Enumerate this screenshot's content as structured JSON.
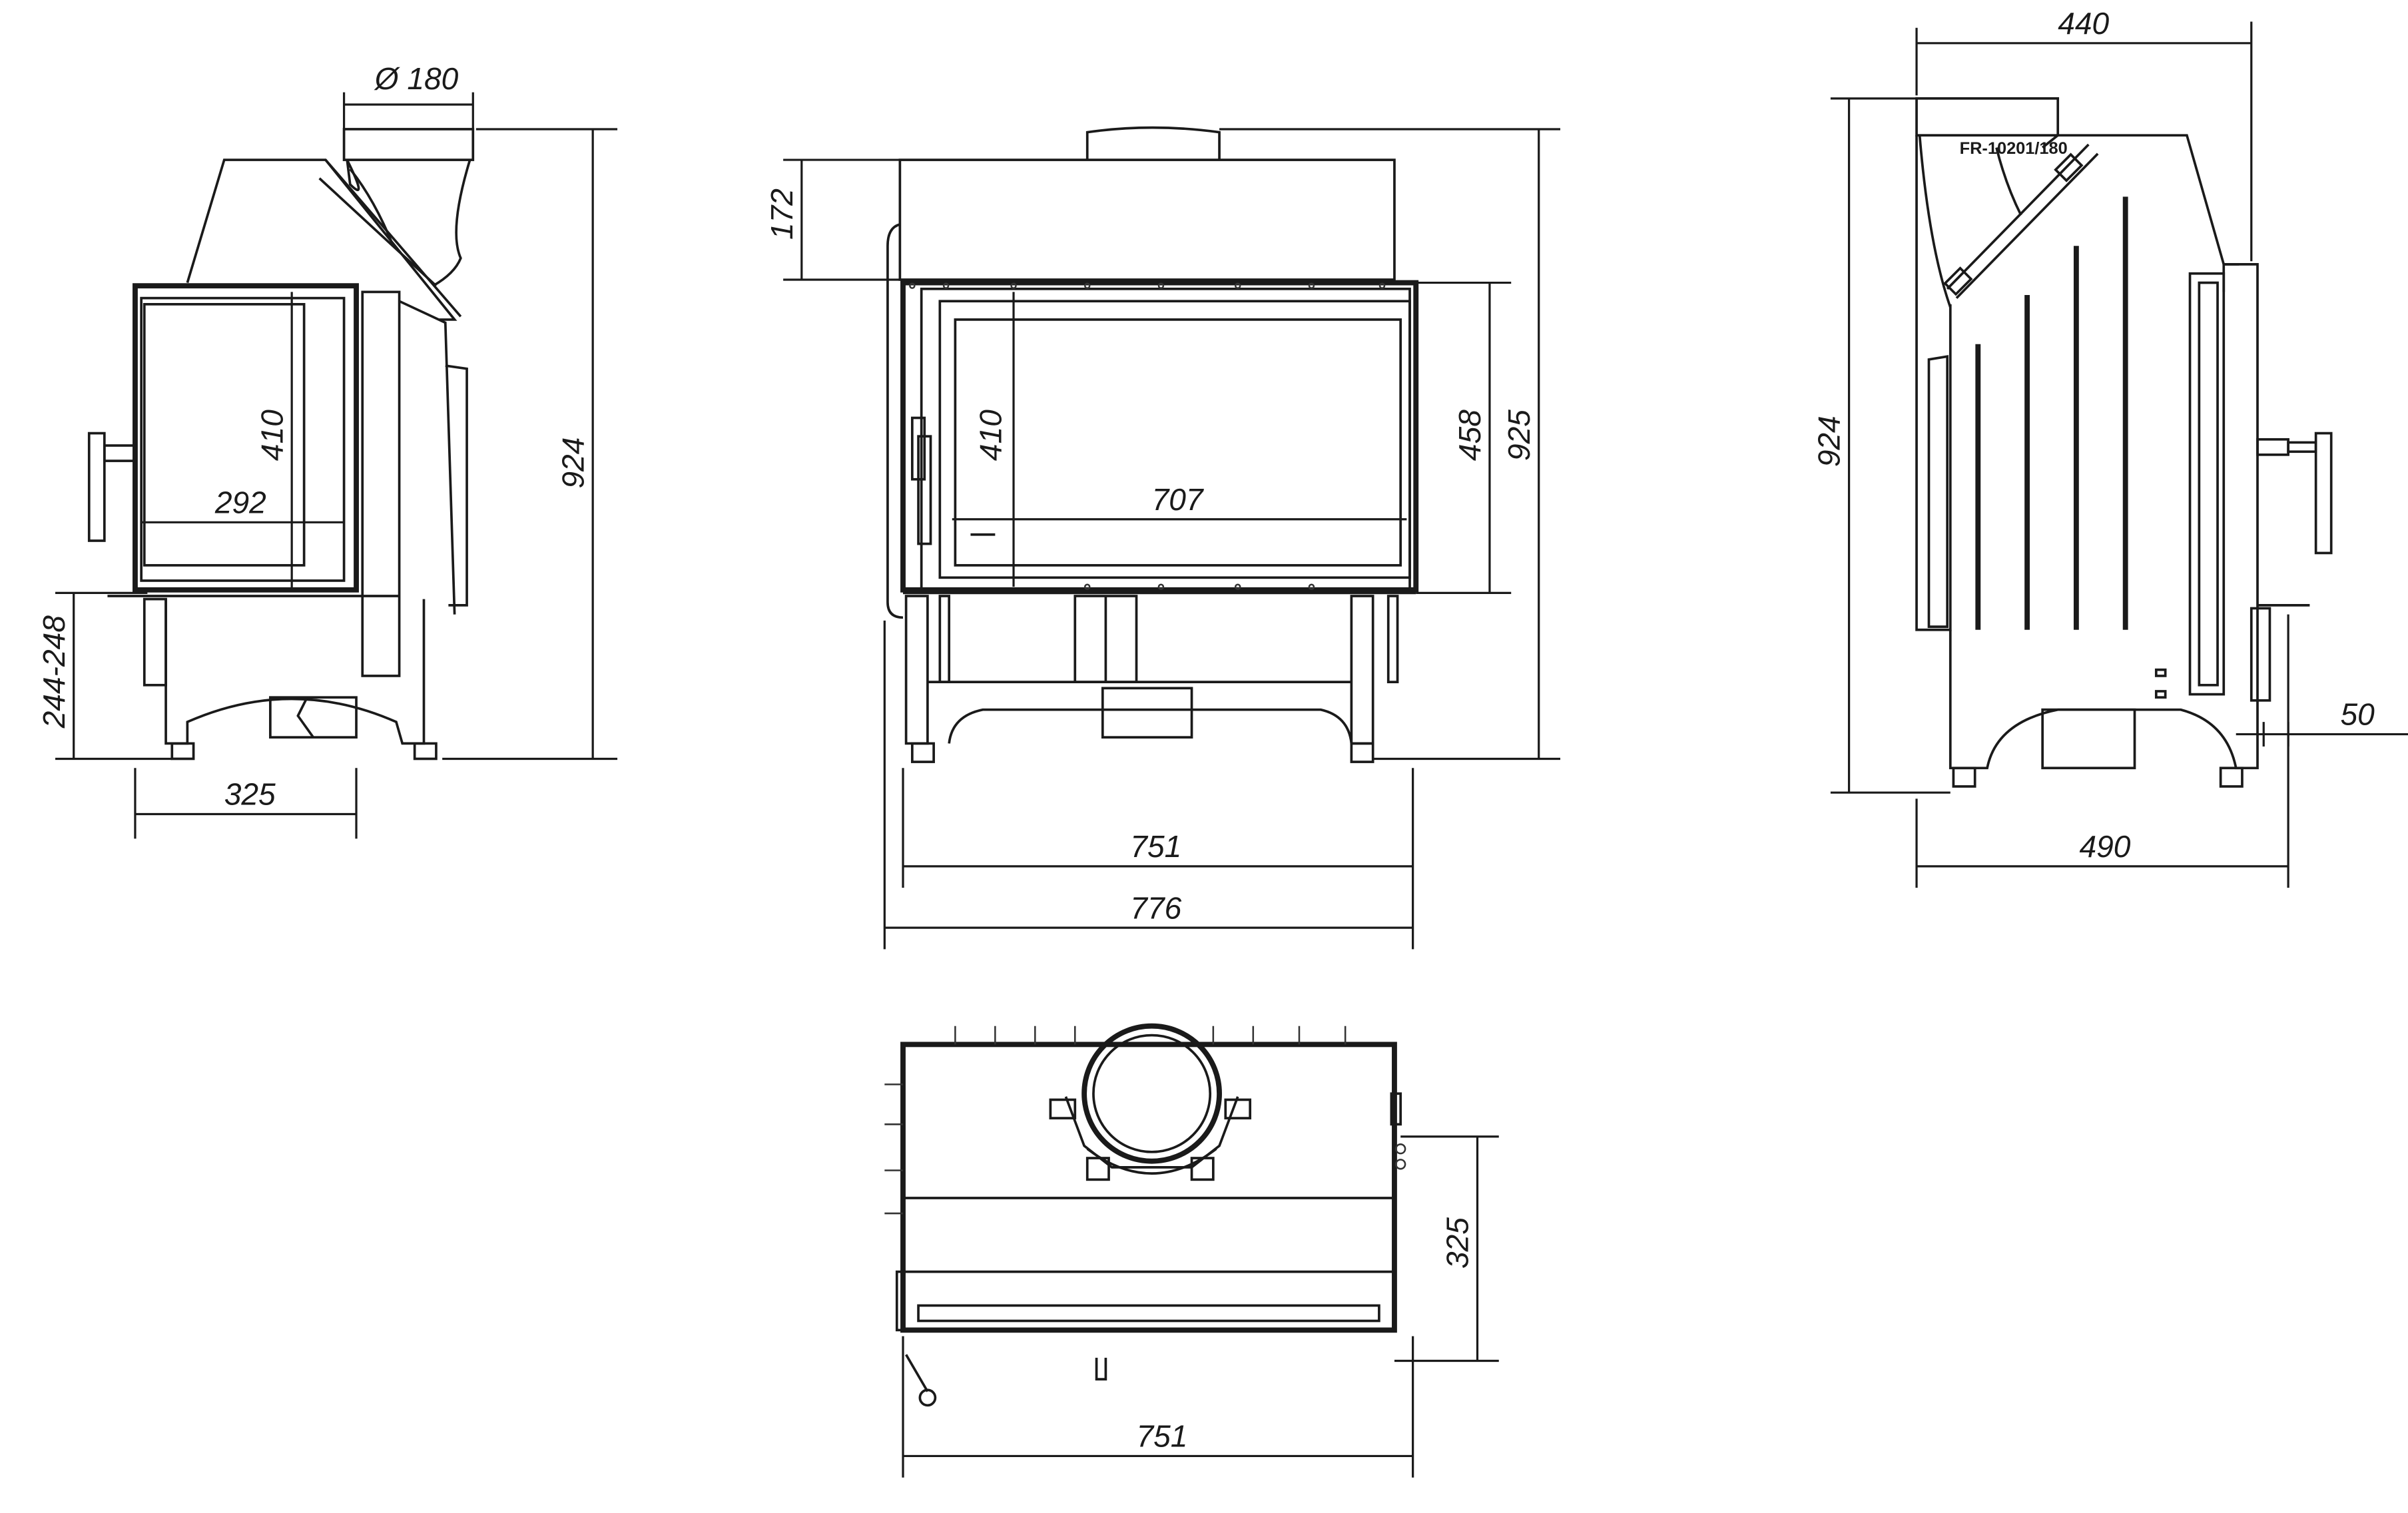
{
  "drawing": {
    "side_view_left": {
      "flue_diameter": "Ø 180",
      "height": "924",
      "glass_height": "410",
      "glass_width": "292",
      "base_height": "244-248",
      "depth": "325"
    },
    "front_view": {
      "top_height": "172",
      "glass_height": "410",
      "opening_height": "458",
      "height": "925",
      "glass_width": "707",
      "body_width": "751",
      "overall_width": "776"
    },
    "side_view_right": {
      "top_depth": "440",
      "height": "924",
      "label": "FR-10201/180",
      "offset": "50",
      "overall_depth": "490"
    },
    "top_view": {
      "depth": "325",
      "width": "751"
    }
  }
}
